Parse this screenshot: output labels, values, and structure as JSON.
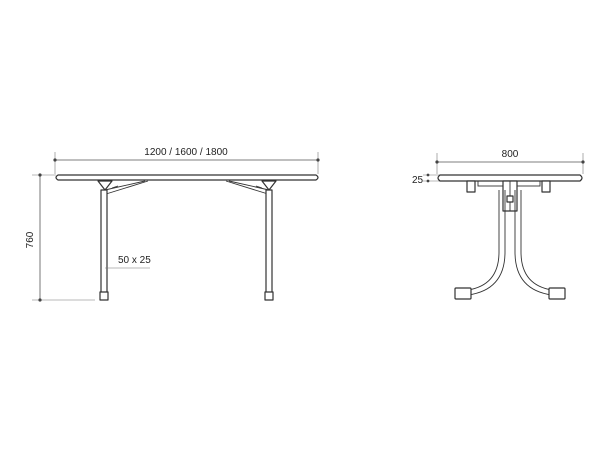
{
  "front_view": {
    "width_label": "1200 / 1600 / 1800",
    "height_label": "760",
    "leg_section_label": "50 x 25"
  },
  "side_view": {
    "depth_label": "800",
    "top_thickness_label": "25"
  }
}
